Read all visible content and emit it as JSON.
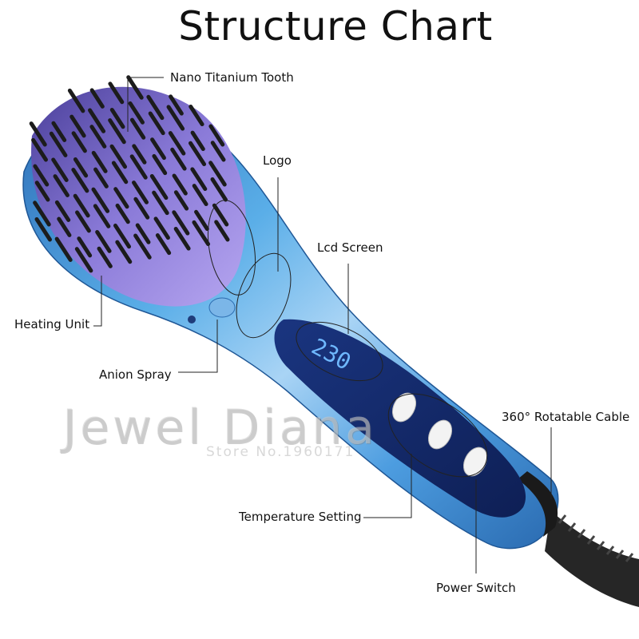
{
  "title": "Structure Chart",
  "labels": {
    "nano_titanium_tooth": "Nano Titanium Tooth",
    "logo": "Logo",
    "lcd_screen": "Lcd Screen",
    "heating_unit": "Heating Unit",
    "anion_spray": "Anion Spray",
    "rotatable_cable": "360° Rotatable Cable",
    "temperature_setting": "Temperature Setting",
    "power_switch": "Power Switch"
  },
  "lcd_reading": "230",
  "watermark": {
    "brand": "Jewel Diana",
    "store": "Store No.1960171"
  },
  "colors": {
    "body_blue": "#3d8fd6",
    "body_highlight": "#a9d4f5",
    "panel_navy": "#142a6a",
    "bristle_pad": "#7e6fd0",
    "bristle": "#1c1c1c",
    "cable": "#262626"
  }
}
